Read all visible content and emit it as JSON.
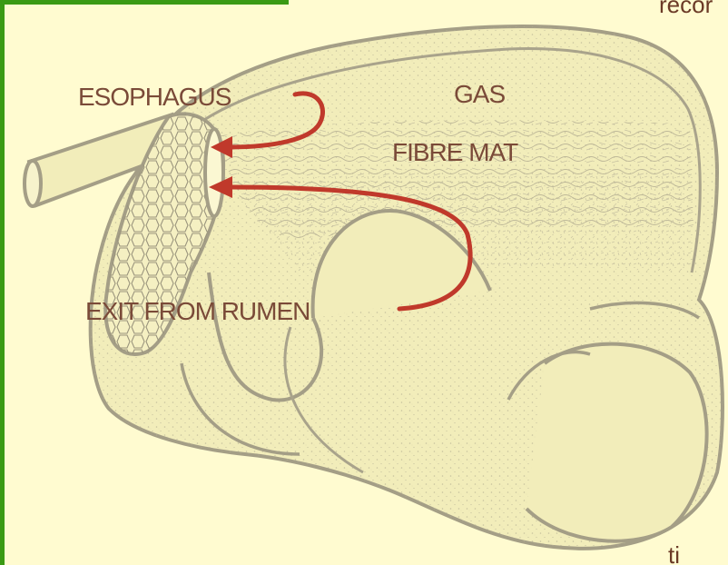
{
  "labels": {
    "esophagus": "ESOPHAGUS",
    "gas": "GAS",
    "fibre_mat": "FIBRE MAT",
    "exit": "EXIT FROM RUMEN"
  },
  "edge_text": {
    "top_right": "recor",
    "bottom_right": "ti"
  },
  "colors": {
    "background": "#fffbd0",
    "frame": "#3a9a14",
    "organ_fill": "#f2edba",
    "outline": "#a49e86",
    "arrow": "#c0392b",
    "label": "#7a4a38"
  }
}
